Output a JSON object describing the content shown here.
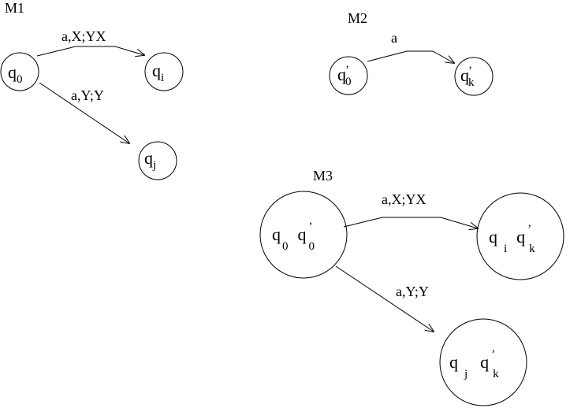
{
  "machines": {
    "m1": {
      "title": "M1",
      "states": {
        "q0": {
          "base": "q",
          "sub": "0",
          "prime": ""
        },
        "qi": {
          "base": "q",
          "sub": "i",
          "prime": ""
        },
        "qj": {
          "base": "q",
          "sub": "j",
          "prime": ""
        }
      },
      "transitions": {
        "to_qi": "a,X;YX",
        "to_qj": "a,Y;Y"
      }
    },
    "m2": {
      "title": "M2",
      "states": {
        "q0p": {
          "base": "q",
          "sub": "0",
          "prime": "’"
        },
        "qkp": {
          "base": "q",
          "sub": "k",
          "prime": "’"
        }
      },
      "transitions": {
        "to_qk": "a"
      }
    },
    "m3": {
      "title": "M3",
      "states": {
        "start": {
          "a": {
            "base": "q",
            "sub": "0",
            "prime": ""
          },
          "b": {
            "base": "q",
            "sub": "0",
            "prime": "’"
          }
        },
        "ik": {
          "a": {
            "base": "q",
            "sub": "i",
            "prime": ""
          },
          "b": {
            "base": "q",
            "sub": "k",
            "prime": "’"
          }
        },
        "jk": {
          "a": {
            "base": "q",
            "sub": "j",
            "prime": ""
          },
          "b": {
            "base": "q",
            "sub": "k",
            "prime": "’"
          }
        }
      },
      "transitions": {
        "to_ik": "a,X;YX",
        "to_jk": "a,Y;Y"
      }
    }
  }
}
